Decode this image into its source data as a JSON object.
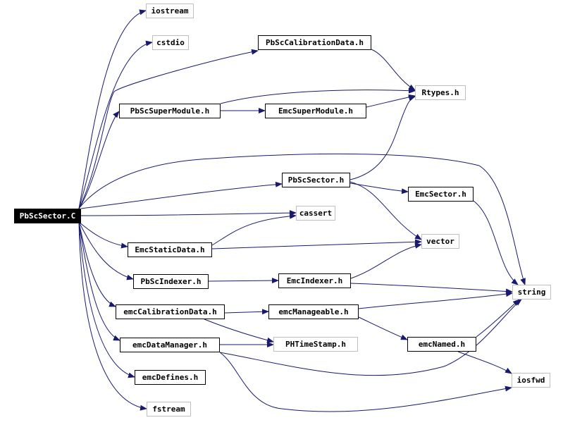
{
  "graph": {
    "colors": {
      "edge": "#191970",
      "node_border": "#000000",
      "external_border": "#bfbfbf",
      "root_fill": "#000000",
      "root_text": "#ffffff"
    },
    "nodes": {
      "root": "PbScSector.C",
      "iostream": "iostream",
      "cstdio": "cstdio",
      "pbsc_calibration_data": "PbScCalibrationData.h",
      "rtypes": "Rtypes.h",
      "pbsc_super_module": "PbScSuperModule.h",
      "emc_super_module": "EmcSuperModule.h",
      "pbsc_sector": "PbScSector.h",
      "emc_sector": "EmcSector.h",
      "cassert": "cassert",
      "emc_static_data": "EmcStaticData.h",
      "vector": "vector",
      "pbsc_indexer": "PbScIndexer.h",
      "emc_indexer": "EmcIndexer.h",
      "string": "string",
      "emc_calibration_data": "emcCalibrationData.h",
      "emc_manageable": "emcManageable.h",
      "phtimestamp": "PHTimeStamp.h",
      "emc_named": "emcNamed.h",
      "emc_data_manager": "emcDataManager.h",
      "iosfwd": "iosfwd",
      "emc_defines": "emcDefines.h",
      "fstream": "fstream"
    }
  }
}
